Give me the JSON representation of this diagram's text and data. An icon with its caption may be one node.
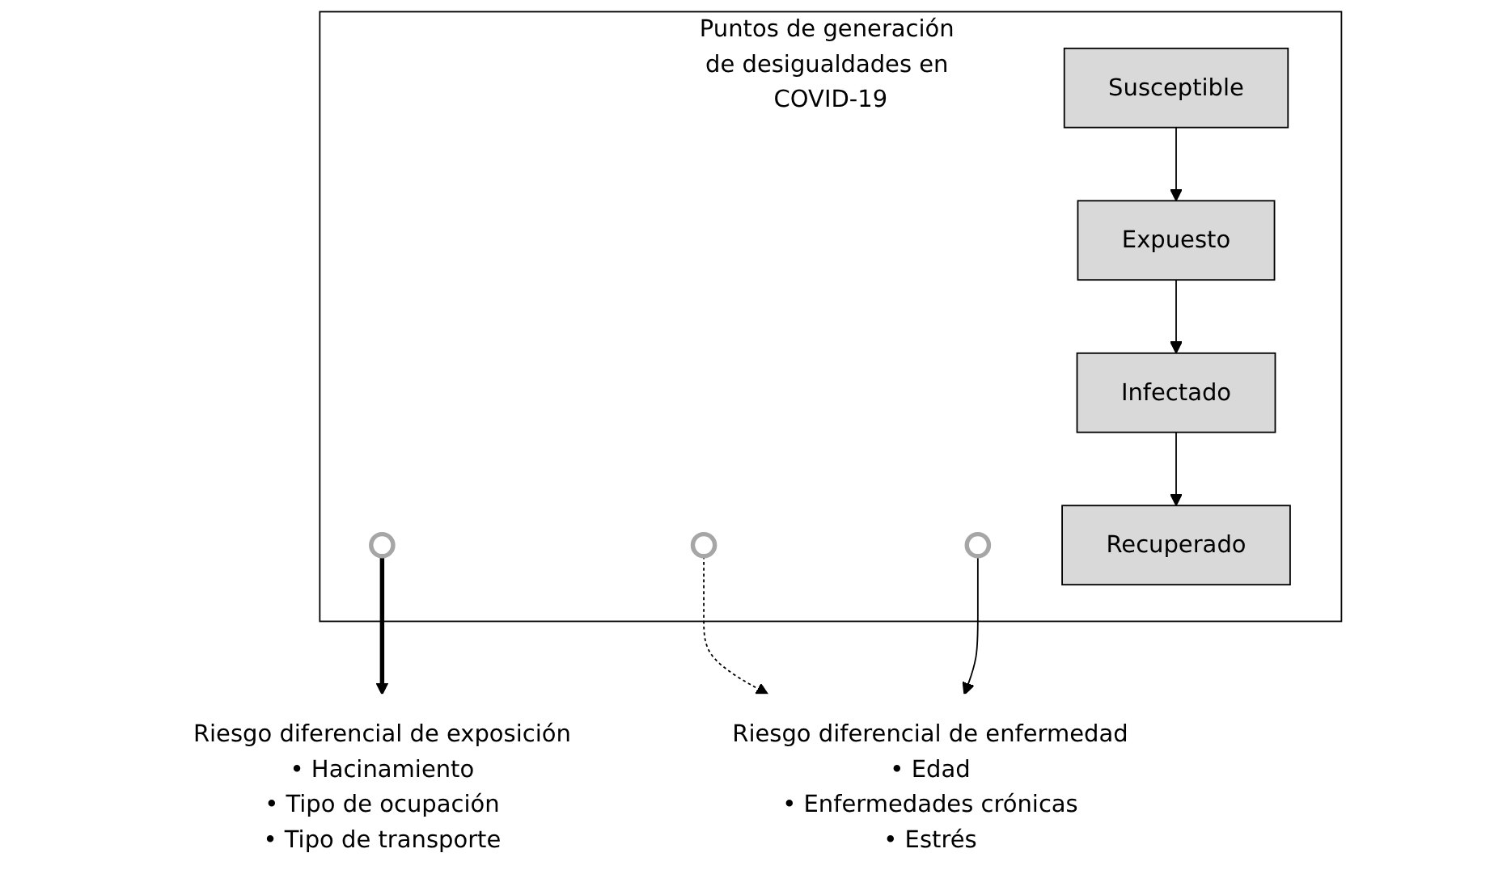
{
  "diagram": {
    "nodes": [
      {
        "text": [
          "Puntos de generación de desigualdades en COVID-19"
        ]
      },
      {
        "text": [],
        "shape": "circle",
        "in": 0
      },
      {
        "text": [],
        "shape": "circle",
        "in": 0
      },
      {
        "text": [],
        "shape": "circle",
        "in": 0
      },
      {
        "text": [
          "Susceptible"
        ],
        "in": 0
      },
      {
        "text": [
          "Expuesto"
        ],
        "in": 0
      },
      {
        "text": [
          "Infectado"
        ],
        "in": 0
      },
      {
        "text": [
          "Recuperado"
        ],
        "in": 0
      },
      {
        "text": [
          "Riesgo diferencial de exposición",
          "• Hacinamiento",
          "• Tipo de ocupación",
          "• Tipo de transporte"
        ]
      },
      {
        "text": [
          "Riesgo diferencial de enfermedad",
          "• Edad",
          "• Enfermedades crónicas",
          "• Estrés"
        ]
      }
    ],
    "edges": [
      {
        "from": 4,
        "to": 5,
        "arrow": "to"
      },
      {
        "from": 5,
        "to": 6,
        "arrow": "to"
      },
      {
        "from": 6,
        "to": 7,
        "arrow": "to"
      },
      {
        "from": 1,
        "to": 8,
        "arrow": "to",
        "style": "thick"
      },
      {
        "from": 2,
        "to": 9,
        "arrow": "to",
        "style": "dashed"
      },
      {
        "from": 3,
        "to": 9,
        "arrow": "to"
      }
    ]
  }
}
